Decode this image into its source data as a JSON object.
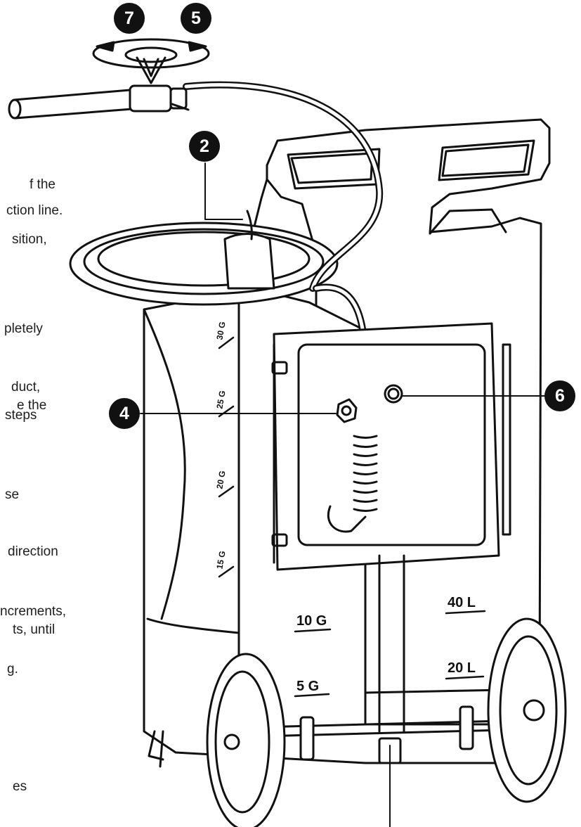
{
  "instruction_fragments": [
    "f the",
    "ction line.",
    "sition,",
    "pletely",
    "duct,",
    "e the",
    "steps",
    "se",
    "direction",
    "ncrements,",
    "ts, until",
    "g.",
    "es"
  ],
  "callouts": {
    "c7": "7",
    "c5": "5",
    "c2": "2",
    "c4": "4",
    "c6": "6"
  },
  "gallon_marks": {
    "g30": "30 G",
    "g25": "25 G",
    "g20": "20 G",
    "g15": "15 G",
    "g10": "10 G",
    "g5": "5 G"
  },
  "liter_marks": {
    "l40": "40 L",
    "l20": "20 L"
  }
}
